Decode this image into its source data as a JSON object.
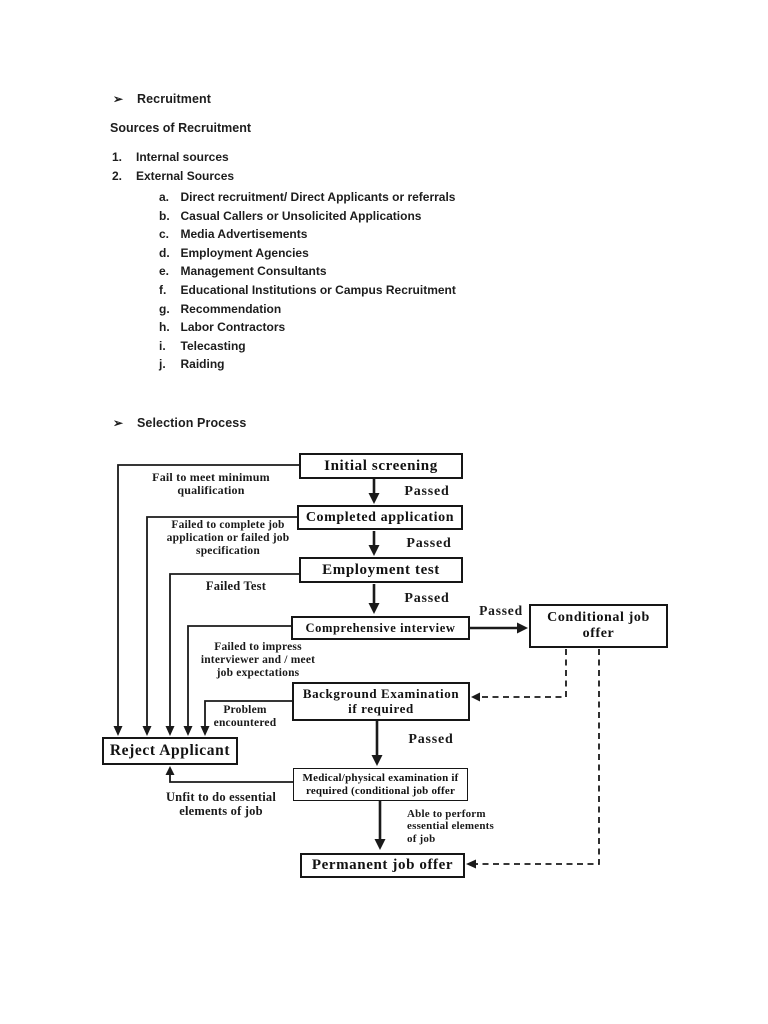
{
  "document": {
    "bullet_char": "➢",
    "section1_title": "Recruitment",
    "sources_heading": "Sources of Recruitment",
    "numbered_items": [
      {
        "marker": "1.",
        "text": "Internal sources"
      },
      {
        "marker": "2.",
        "text": "External Sources"
      }
    ],
    "lettered_items": [
      {
        "marker": "a.",
        "text": "Direct recruitment/ Direct Applicants or referrals"
      },
      {
        "marker": "b.",
        "text": "Casual Callers or Unsolicited Applications"
      },
      {
        "marker": "c.",
        "text": "Media Advertisements"
      },
      {
        "marker": "d.",
        "text": "Employment Agencies"
      },
      {
        "marker": "e.",
        "text": "Management Consultants"
      },
      {
        "marker": "f.",
        "text": "Educational Institutions or Campus Recruitment"
      },
      {
        "marker": "g.",
        "text": "Recommendation"
      },
      {
        "marker": "h.",
        "text": "Labor Contractors"
      },
      {
        "marker": "i.",
        "text": "Telecasting"
      },
      {
        "marker": "j.",
        "text": "Raiding"
      }
    ],
    "section2_title": "Selection Process"
  },
  "flowchart": {
    "boxes": {
      "initial_screening": "Initial screening",
      "completed_application": "Completed application",
      "employment_test": "Employment test",
      "comprehensive_interview": "Comprehensive interview",
      "conditional_job_offer": "Conditional job\noffer",
      "background_examination": "Background Examination\nif required",
      "reject_applicant": "Reject Applicant",
      "medical_examination": "Medical/physical examination if\nrequired (conditional job offer",
      "permanent_job_offer": "Permanent job offer"
    },
    "labels": {
      "passed": "Passed",
      "fail_minimum": "Fail to meet minimum\nqualification",
      "failed_complete_application": "Failed to complete job\napplication or failed job\nspecification",
      "failed_test": "Failed Test",
      "failed_impress": "Failed to impress\ninterviewer and / meet\njob expectations",
      "problem_encountered": "Problem\nencountered",
      "unfit": "Unfit to do essential\nelements of job",
      "able_to_perform": "Able to perform\nessential elements\nof job"
    },
    "colors": {
      "line": "#1a1a1a",
      "box_border": "#161616",
      "box_fill": "#ffffff",
      "text": "#1d1d1d"
    }
  }
}
